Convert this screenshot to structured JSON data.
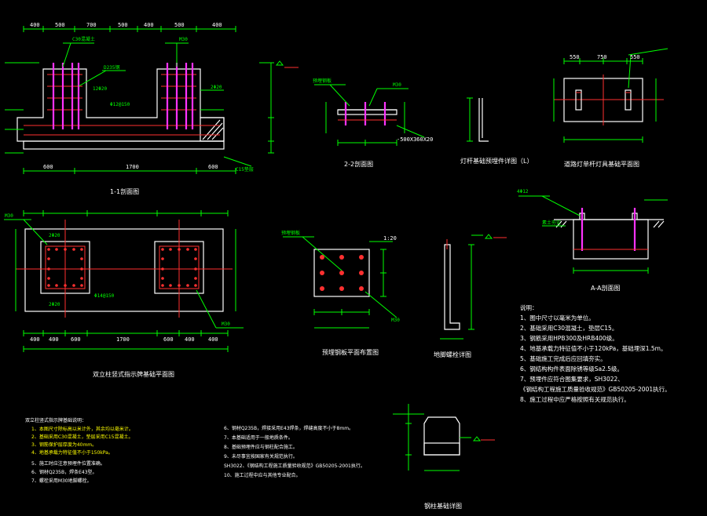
{
  "colors": {
    "background": "#000000",
    "dimension": "#00ff00",
    "outline": "#ffffff",
    "rebar": "#ff3030",
    "bolt": "#ff33ff",
    "note_highlight": "#ffff00"
  },
  "drawings": {
    "section_1_1": {
      "title": "1-1剖面图",
      "top_dims": [
        "400",
        "500",
        "700",
        "500",
        "400",
        "500",
        "400"
      ],
      "bottom_dims": [
        "600",
        "1700",
        "600"
      ],
      "labels": [
        "C30混凝土",
        "M30",
        "D235钢",
        "12Φ20",
        "Φ12@150",
        "2Φ20",
        "C15垫层"
      ]
    },
    "section_2_2": {
      "title": "2-2剖面图",
      "labels": [
        "预埋钢板",
        "M30",
        "-500X360X20"
      ]
    },
    "lamp_pole_detail": {
      "title": "灯杆基础预埋件详图（L）"
    },
    "light_foundation_plan": {
      "title": "道路灯单杆灯具基础平面图",
      "dims": [
        "550",
        "750",
        "550"
      ]
    },
    "section_a_a": {
      "title": "A-A剖面图",
      "labels": [
        "4Φ12",
        "素土夯实"
      ]
    },
    "double_pole_plan": {
      "title": "双立柱竖式指示牌基础平面图",
      "labels": [
        "M30",
        "2Φ20",
        "2Φ20",
        "Φ14@150",
        "M30"
      ],
      "dims": [
        "400",
        "400",
        "600",
        "1700",
        "600",
        "400",
        "400"
      ]
    },
    "steel_plate_plan": {
      "title": "预埋钢板平面布置图",
      "labels": [
        "预埋钢板",
        "1:20",
        "M30"
      ]
    },
    "anchor_bolt_detail": {
      "title": "地脚螺栓详图"
    },
    "column_base_detail": {
      "title": "钢柱基础详图"
    }
  },
  "notes_right": {
    "heading": "说明：",
    "items": [
      "1、图中尺寸以毫米为单位。",
      "2、基础采用C30混凝土，垫层C15。",
      "3、钢筋采用HPB300及HRB400级。",
      "4、地基承载力特征值不小于120kPa，基础埋深1.5m。",
      "5、基础施工完成后应回填夯实。",
      "6、钢结构构件表面除锈等级Sa2.5级。",
      "7、预埋件应符合图集要求，SH3022、",
      "   《钢结构工程施工质量验收规范》GB50205-2001执行。",
      "8、施工过程中应严格按照有关规范执行。"
    ]
  },
  "notes_left": {
    "heading": "双立柱竖式指示牌基础说明：",
    "items": [
      "1、本图尺寸除标高以米计外，其余均以毫米计。",
      "2、基础采用C30混凝土，垫层采用C15混凝土。",
      "3、钢筋保护层厚度为40mm。",
      "4、地基承载力特征值不小于150kPa。",
      "5、施工时应注意预埋件位置准确。",
      "6、钢材Q235B，焊条E43型。",
      "7、螺栓采用M30地脚螺栓。"
    ]
  },
  "notes_middle": {
    "items": [
      "6、钢材Q235B，焊接采用E43焊条，焊缝高度不小于8mm。",
      "7、本基础适用于一般地质条件。",
      "8、基础预埋件应与钢柱配合施工。",
      "9、未尽事宜按国家有关规范执行。",
      "SH3022、《钢结构工程施工质量验收规范》GB50205-2001执行。",
      "10、施工过程中应与其他专业配合。"
    ]
  }
}
